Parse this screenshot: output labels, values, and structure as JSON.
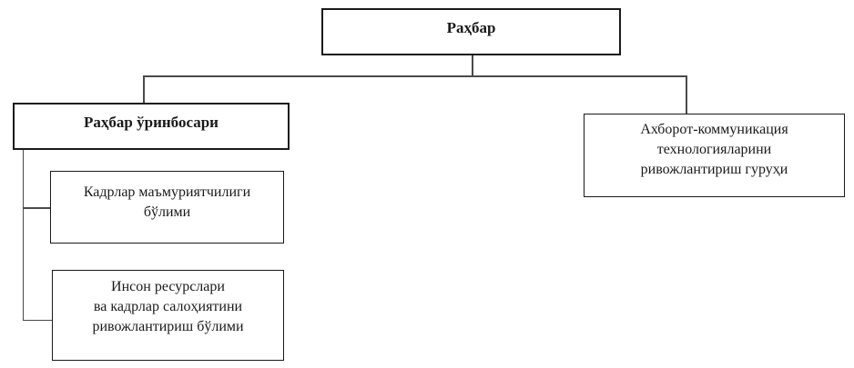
{
  "diagram": {
    "type": "org-chart",
    "language": "uz-Cyrl",
    "nodes": {
      "head": {
        "label": "Раҳбар"
      },
      "deputy": {
        "label": "Раҳбар ўринбосари"
      },
      "ict_group": {
        "lines": [
          "Ахборот-коммуникация",
          "технологияларини",
          "ривожлантириш гуруҳи"
        ]
      },
      "hr_admin": {
        "lines": [
          "Кадрлар маъмуриятчилиги",
          "бўлими"
        ]
      },
      "hr_dev": {
        "lines": [
          "Инсон ресурслари",
          "ва кадрлар салоҳиятини",
          "ривожлантириш бўлими"
        ]
      }
    },
    "edges": [
      {
        "from": "head",
        "to": "deputy"
      },
      {
        "from": "head",
        "to": "ict_group"
      },
      {
        "from": "deputy",
        "to": "hr_admin"
      },
      {
        "from": "deputy",
        "to": "hr_dev"
      }
    ],
    "colors": {
      "background": "#ffffff",
      "box_border": "#1a1a1a",
      "connector": "#4a4a4a",
      "text": "#1a1a1a"
    }
  }
}
